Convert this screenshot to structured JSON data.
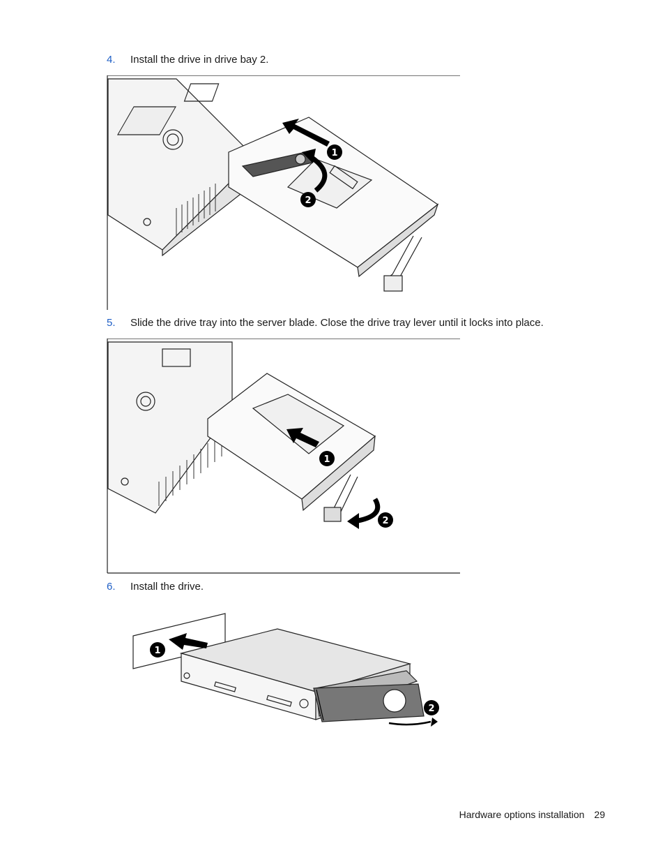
{
  "steps": [
    {
      "number": "4.",
      "text": "Install the drive in drive bay 2."
    },
    {
      "number": "5.",
      "text": "Slide the drive tray into the server blade. Close the drive tray lever until it locks into place."
    },
    {
      "number": "6.",
      "text": "Install the drive."
    }
  ],
  "callouts": [
    "1",
    "2"
  ],
  "footer": {
    "section": "Hardware options installation",
    "page": "29"
  },
  "colors": {
    "step_number": "#1f5fc6",
    "callout": "#000000"
  }
}
